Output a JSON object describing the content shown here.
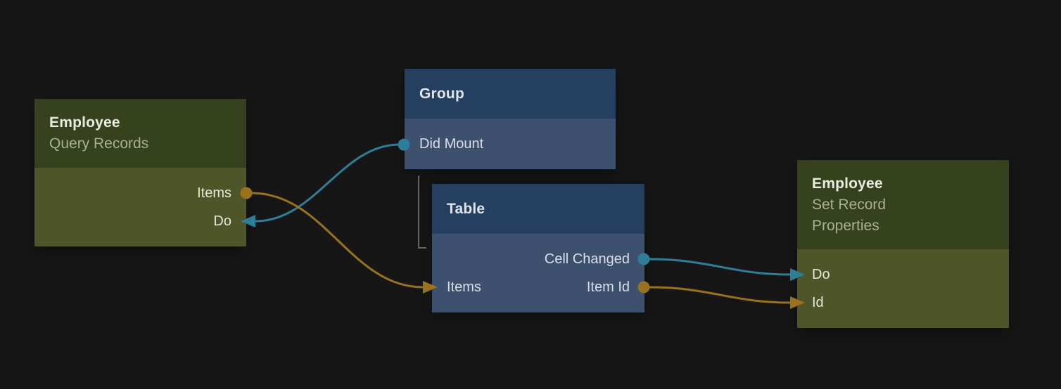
{
  "app": {
    "type": "node-graph-editor"
  },
  "canvas": {
    "background": "#161616"
  },
  "colors": {
    "signal_wire": "#2e7e98",
    "data_wire": "#9a721d",
    "hierarchy_line": "#646464",
    "green_node_header": "#36411d",
    "green_node_body": "#4e5529",
    "blue_node_header": "#24405e",
    "blue_node_body": "#3d506e"
  },
  "nodes": {
    "query_records": {
      "title": "Employee",
      "subtitle": "Query Records",
      "ports": {
        "items": "Items",
        "do": "Do"
      }
    },
    "group": {
      "title": "Group",
      "ports": {
        "did_mount": "Did Mount"
      }
    },
    "table": {
      "title": "Table",
      "ports": {
        "cell_changed": "Cell Changed",
        "items": "Items",
        "item_id": "Item Id"
      }
    },
    "set_record_properties": {
      "title": "Employee",
      "subtitle": "Set Record Properties",
      "ports": {
        "do": "Do",
        "id": "Id"
      }
    }
  },
  "connections": [
    {
      "from": "Group.Did Mount",
      "to": "Employee Query Records.Do",
      "type": "signal"
    },
    {
      "from": "Employee Query Records.Items",
      "to": "Table.Items",
      "type": "data"
    },
    {
      "from": "Table.Cell Changed",
      "to": "Employee Set Record Properties.Do",
      "type": "signal"
    },
    {
      "from": "Table.Item Id",
      "to": "Employee Set Record Properties.Id",
      "type": "data"
    }
  ],
  "hierarchy": [
    {
      "parent": "Group",
      "child": "Table"
    }
  ]
}
